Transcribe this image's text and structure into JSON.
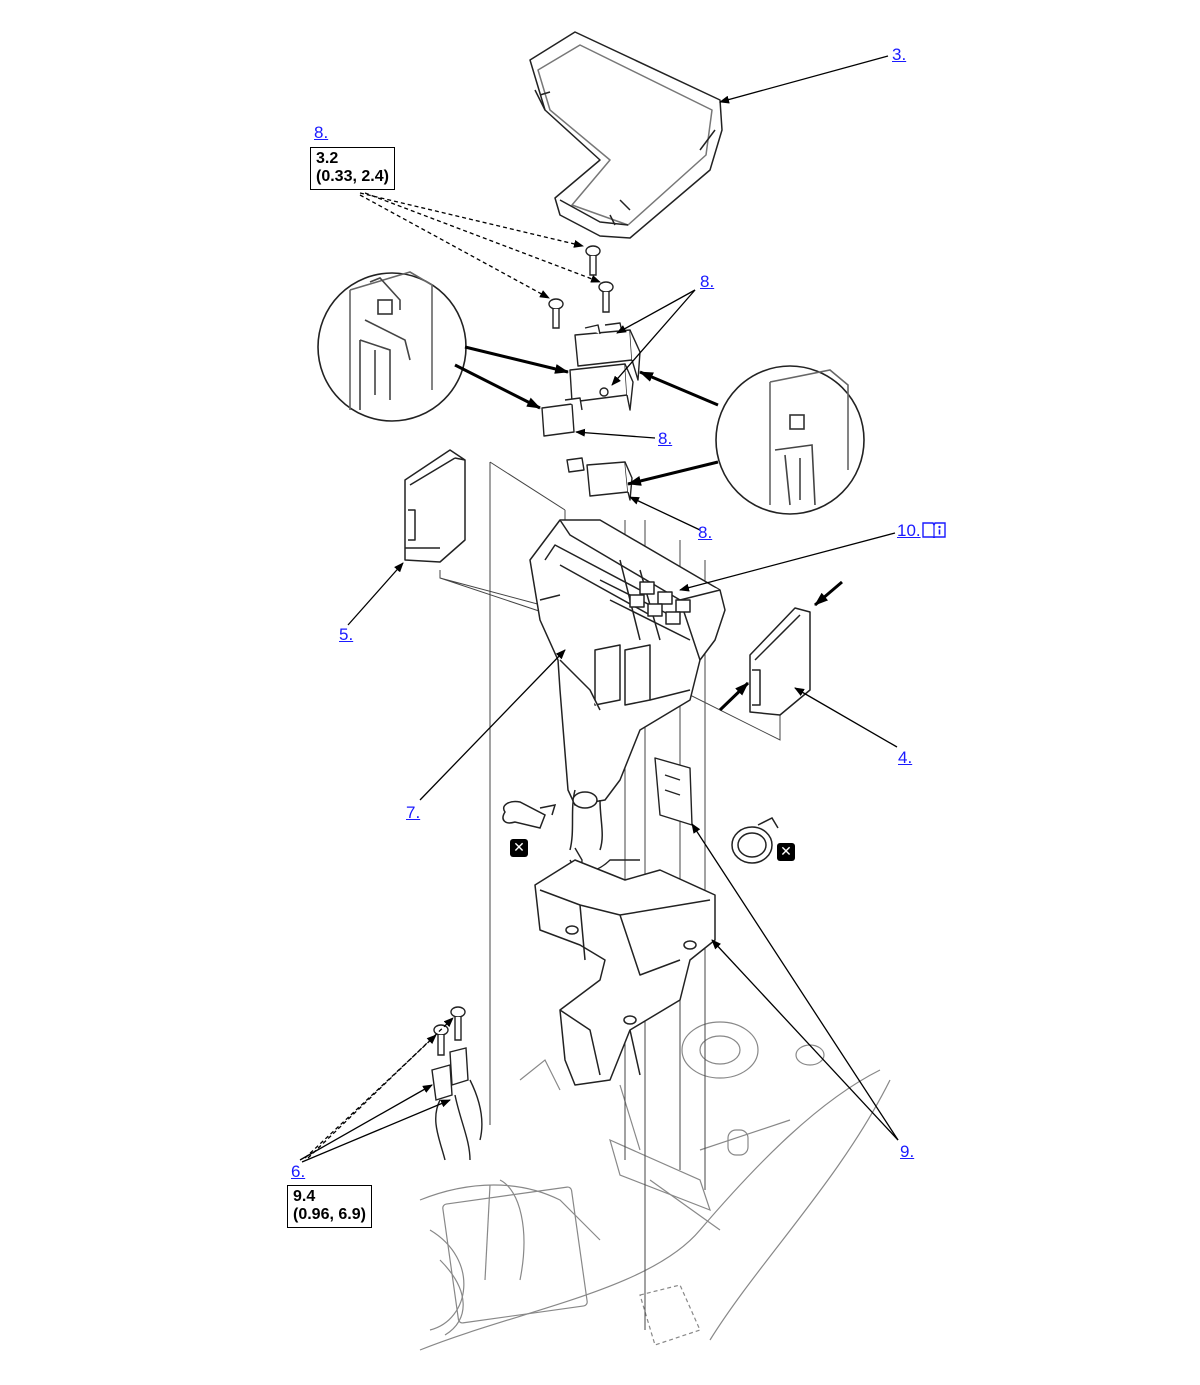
{
  "callouts": {
    "c3": "3.",
    "c8a": "8.",
    "c8b": "8.",
    "c8c": "8.",
    "c8d": "8.",
    "c10": "10.",
    "c5": "5.",
    "c4": "4.",
    "c7": "7.",
    "c6": "6.",
    "c9": "9."
  },
  "torque_upper": {
    "line1": "3.2",
    "line2": "(0.33, 2.4)"
  },
  "torque_lower": {
    "line1": "9.4",
    "line2": "(0.96, 6.9)"
  },
  "icons": {
    "service_info": "book-info-icon",
    "do_not_reuse": "x-box-icon",
    "x_glyph": "✕"
  },
  "colors": {
    "link": "#1a1aff",
    "line": "#000000",
    "drawing": "#555555"
  }
}
